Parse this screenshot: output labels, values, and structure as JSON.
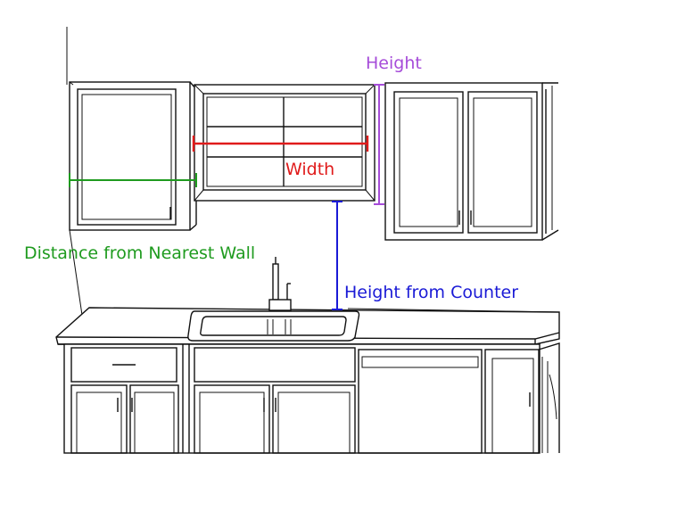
{
  "labels": {
    "height": "Height",
    "width": "Width",
    "distance_from_wall": "Distance from Nearest Wall",
    "height_from_counter": "Height from Counter"
  },
  "colors": {
    "height": "#a64cd9",
    "width": "#e01b1b",
    "distance_from_wall": "#1f9b1f",
    "height_from_counter": "#1a1ad6",
    "line_art": "#111111"
  }
}
